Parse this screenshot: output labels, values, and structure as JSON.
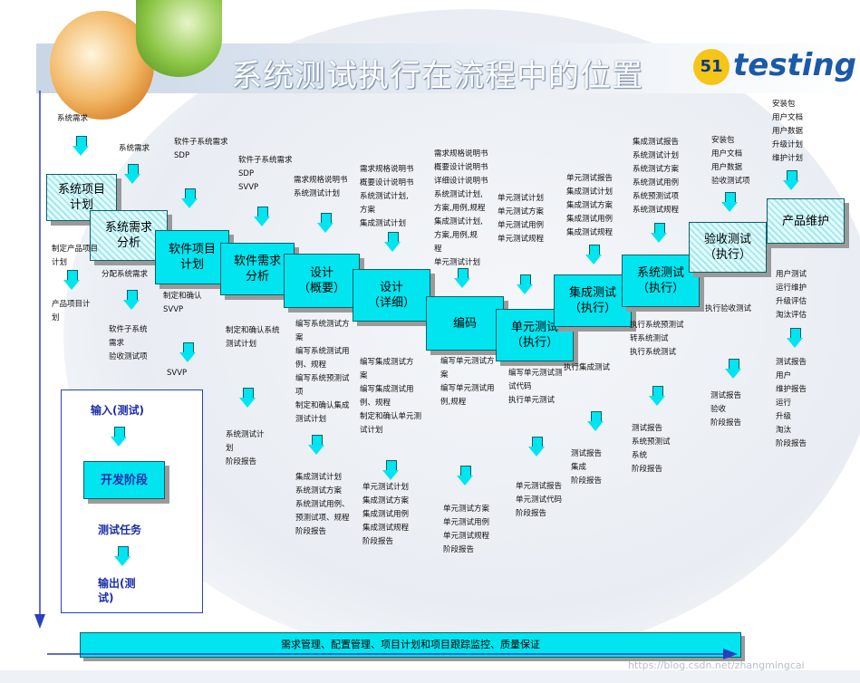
{
  "title": "系统测试执行在流程中的位置",
  "logo": {
    "badge": "51",
    "word": "testing"
  },
  "stages": [
    {
      "id": "xmjh",
      "label": "系统项目\n计划"
    },
    {
      "id": "xqfx",
      "label": "系统需求\n分析"
    },
    {
      "id": "rjjh",
      "label": "软件项目\n计划"
    },
    {
      "id": "rjxq",
      "label": "软件需求\n分析"
    },
    {
      "id": "sjgy",
      "label": "设计\n（概要）"
    },
    {
      "id": "sjxx",
      "label": "设计\n（详细）"
    },
    {
      "id": "bm",
      "label": "编码"
    },
    {
      "id": "dycs",
      "label": "单元测试\n（执行）"
    },
    {
      "id": "jccs",
      "label": "集成测试\n（执行）"
    },
    {
      "id": "xtcs",
      "label": "系统测试\n（执行）"
    },
    {
      "id": "yscs",
      "label": "验收测试\n（执行）"
    },
    {
      "id": "cpwh",
      "label": "产品维护"
    }
  ],
  "notes": {
    "n_top1": "系统需求",
    "n_top2": "系统需求",
    "n_rjjh_in": "软件子系统需求\nSDP",
    "n_rjxq_in": "软件子系统需求\nSDP\nSVVP",
    "n_sjgy_in": "需求规格说明书\n系统测试计划",
    "n_sjxx_in": "需求规格说明书\n概要设计说明书\n系统测试计划,\n方案\n集成测试计划",
    "n_bm_in": "需求规格说明书\n概要设计说明书\n详细设计说明书\n系统测试计划,\n方案,用例,规程\n集成测试计划,\n方案,用例,规\n程\n单元测试计划",
    "n_dycs_in": "单元测试计划\n单元测试方案\n单元测试用例\n单元测试规程",
    "n_jccs_in": "单元测试报告\n集成测试计划\n集成测试方案\n集成测试用例\n集成测试规程",
    "n_xtcs_in": "集成测试报告\n系统测试计划\n系统测试方案\n系统测试用例\n系统预测试项\n系统测试规程",
    "n_yscs_in": "安装包\n用户文档\n用户数据\n验收测试项",
    "n_cpwh_in": "安装包\n用户文档\n用户数据\n升级计划\n维护计划",
    "n_xmjh_out": "制定产品项目\n计划",
    "n_xmjh_out2": "产品项目计\n划",
    "n_xqfx_out": "分配系统需求",
    "n_rjjh_out": "制定和确认\nSVVP",
    "n_rjjh_out2": "软件子系统\n需求\n验收测试项",
    "n_rjjh_out3": "SVVP",
    "n_rjxq_out": "制定和确认系统\n测试计划",
    "n_rjxq_out2": "系统测试计\n划\n阶段报告",
    "n_sjgy_out": "编写系统测试方\n案\n编写系统测试用\n例、规程\n编写系统预测试\n项\n制定和确认集成\n测试计划",
    "n_sjgy_out2": "集成测试计划\n系统测试方案\n系统测试用例、\n预测试项、规程\n阶段报告",
    "n_sjxx_out": "编写集成测试方\n案\n编写集成测试用\n例、规程\n制定和确认单元测\n试计划",
    "n_sjxx_out2": "单元测试计划\n集成测试方案\n集成测试用例\n集成测试规程\n阶段报告",
    "n_bm_out": "编写单元测试方\n案\n编写单元测试用\n例,规程",
    "n_bm_out2": "单元测试方案\n单元测试用例\n单元测试规程\n阶段报告",
    "n_dycs_out": "编写单元测试测\n试代码\n执行单元测试",
    "n_dycs_out2": "单元测试报告\n单元测试代码\n阶段报告",
    "n_jccs_out": "执行集成测试",
    "n_jccs_out2": "测试报告\n集成\n阶段报告",
    "n_xtcs_out": "执行系统预测试\n转系统测试\n执行系统测试",
    "n_xtcs_out2": "测试报告\n系统预测试\n系统\n阶段报告",
    "n_yscs_out": "执行验收测试",
    "n_yscs_out2": "测试报告\n验收\n阶段报告",
    "n_cpwh_out": "用户测试\n运行维护\n升级评估\n淘汰评估",
    "n_cpwh_out2": "测试报告\n用户\n维护报告\n运行\n升级\n淘汰\n阶段报告"
  },
  "legend": {
    "input": "输入(测试)",
    "phase": "开发阶段",
    "task": "测试任务",
    "output": "输出(测\n试)"
  },
  "bottom_bar": "需求管理、配置管理、项目计划和项目跟踪监控、质量保证",
  "watermark": "https://blog.csdn.net/zhangmingcai"
}
